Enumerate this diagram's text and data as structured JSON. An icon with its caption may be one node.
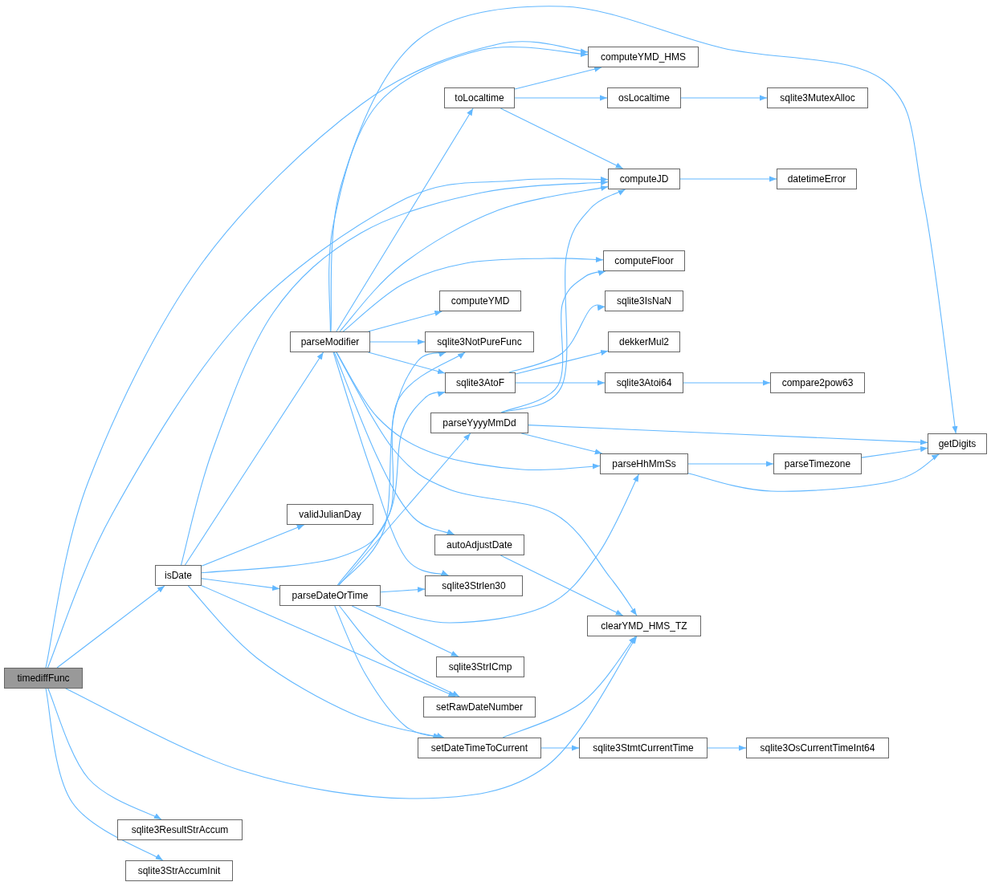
{
  "diagram": {
    "nodes": [
      {
        "text": [
          "timediffFunc"
        ]
      },
      {
        "text": [
          "isDate"
        ]
      },
      {
        "text": [
          "parseModifier"
        ]
      },
      {
        "text": [
          "computeYMD_HMS"
        ]
      },
      {
        "text": [
          "toLocaltime"
        ]
      },
      {
        "text": [
          "osLocaltime"
        ]
      },
      {
        "text": [
          "sqlite3MutexAlloc"
        ]
      },
      {
        "text": [
          "computeJD"
        ]
      },
      {
        "text": [
          "datetimeError"
        ]
      },
      {
        "text": [
          "getDigits"
        ]
      },
      {
        "text": [
          "computeFloor"
        ]
      },
      {
        "text": [
          "computeYMD"
        ]
      },
      {
        "text": [
          "sqlite3IsNaN"
        ]
      },
      {
        "text": [
          "sqlite3NotPureFunc"
        ]
      },
      {
        "text": [
          "dekkerMul2"
        ]
      },
      {
        "text": [
          "sqlite3AtoF"
        ]
      },
      {
        "text": [
          "sqlite3Atoi64"
        ]
      },
      {
        "text": [
          "compare2pow63"
        ]
      },
      {
        "text": [
          "parseYyyyMmDd"
        ]
      },
      {
        "text": [
          "parseHhMmSs"
        ]
      },
      {
        "text": [
          "parseTimezone"
        ]
      },
      {
        "text": [
          "validJulianDay"
        ]
      },
      {
        "text": [
          "autoAdjustDate"
        ]
      },
      {
        "text": [
          "sqlite3Strlen30"
        ]
      },
      {
        "text": [
          "parseDateOrTime"
        ]
      },
      {
        "text": [
          "clearYMD_HMS_TZ"
        ]
      },
      {
        "text": [
          "sqlite3StrICmp"
        ]
      },
      {
        "text": [
          "setRawDateNumber"
        ]
      },
      {
        "text": [
          "setDateTimeToCurrent"
        ]
      },
      {
        "text": [
          "sqlite3StmtCurrentTime"
        ]
      },
      {
        "text": [
          "sqlite3OsCurrentTimeInt64"
        ]
      },
      {
        "text": [
          "sqlite3ResultStrAccum"
        ]
      },
      {
        "text": [
          "sqlite3StrAccumInit"
        ]
      }
    ],
    "edges": [
      {
        "from": 0,
        "to": 1,
        "arrow": "to"
      },
      {
        "from": 0,
        "to": 3,
        "arrow": "to"
      },
      {
        "from": 0,
        "to": 7,
        "arrow": "to"
      },
      {
        "from": 0,
        "to": 25,
        "arrow": "to"
      },
      {
        "from": 0,
        "to": 31,
        "arrow": "to"
      },
      {
        "from": 0,
        "to": 32,
        "arrow": "to"
      },
      {
        "from": 1,
        "to": 2,
        "arrow": "to"
      },
      {
        "from": 1,
        "to": 7,
        "arrow": "to"
      },
      {
        "from": 1,
        "to": 21,
        "arrow": "to"
      },
      {
        "from": 1,
        "to": 24,
        "arrow": "to"
      },
      {
        "from": 1,
        "to": 13,
        "arrow": "to"
      },
      {
        "from": 1,
        "to": 27,
        "arrow": "to"
      },
      {
        "from": 1,
        "to": 28,
        "arrow": "to"
      },
      {
        "from": 2,
        "to": 3,
        "arrow": "to"
      },
      {
        "from": 2,
        "to": 9,
        "arrow": "to"
      },
      {
        "from": 2,
        "to": 4,
        "arrow": "to"
      },
      {
        "from": 2,
        "to": 7,
        "arrow": "to"
      },
      {
        "from": 2,
        "to": 10,
        "arrow": "to"
      },
      {
        "from": 2,
        "to": 11,
        "arrow": "to"
      },
      {
        "from": 2,
        "to": 13,
        "arrow": "to"
      },
      {
        "from": 2,
        "to": 15,
        "arrow": "to"
      },
      {
        "from": 2,
        "to": 19,
        "arrow": "to"
      },
      {
        "from": 2,
        "to": 25,
        "arrow": "to"
      },
      {
        "from": 2,
        "to": 22,
        "arrow": "to"
      },
      {
        "from": 2,
        "to": 23,
        "arrow": "to"
      },
      {
        "from": 4,
        "to": 3,
        "arrow": "to"
      },
      {
        "from": 4,
        "to": 5,
        "arrow": "to"
      },
      {
        "from": 4,
        "to": 7,
        "arrow": "to"
      },
      {
        "from": 5,
        "to": 6,
        "arrow": "to"
      },
      {
        "from": 7,
        "to": 8,
        "arrow": "to"
      },
      {
        "from": 15,
        "to": 12,
        "arrow": "to"
      },
      {
        "from": 15,
        "to": 14,
        "arrow": "to"
      },
      {
        "from": 15,
        "to": 16,
        "arrow": "to"
      },
      {
        "from": 16,
        "to": 17,
        "arrow": "to"
      },
      {
        "from": 18,
        "to": 7,
        "arrow": "to"
      },
      {
        "from": 18,
        "to": 10,
        "arrow": "to"
      },
      {
        "from": 18,
        "to": 9,
        "arrow": "to"
      },
      {
        "from": 18,
        "to": 19,
        "arrow": "to"
      },
      {
        "from": 19,
        "to": 20,
        "arrow": "to"
      },
      {
        "from": 19,
        "to": 9,
        "arrow": "to"
      },
      {
        "from": 20,
        "to": 9,
        "arrow": "to"
      },
      {
        "from": 22,
        "to": 25,
        "arrow": "to"
      },
      {
        "from": 24,
        "to": 18,
        "arrow": "to"
      },
      {
        "from": 24,
        "to": 15,
        "arrow": "to"
      },
      {
        "from": 24,
        "to": 13,
        "arrow": "to"
      },
      {
        "from": 24,
        "to": 23,
        "arrow": "to"
      },
      {
        "from": 24,
        "to": 19,
        "arrow": "to"
      },
      {
        "from": 24,
        "to": 26,
        "arrow": "to"
      },
      {
        "from": 24,
        "to": 27,
        "arrow": "to"
      },
      {
        "from": 24,
        "to": 28,
        "arrow": "to"
      },
      {
        "from": 28,
        "to": 25,
        "arrow": "to"
      },
      {
        "from": 28,
        "to": 29,
        "arrow": "to"
      },
      {
        "from": 29,
        "to": 30,
        "arrow": "to"
      }
    ]
  }
}
